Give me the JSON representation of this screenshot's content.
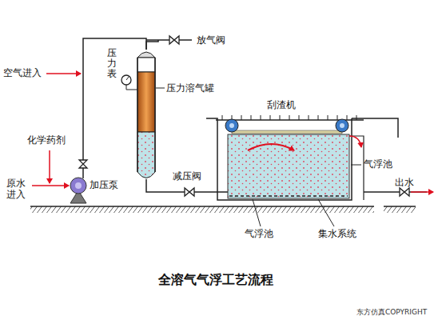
{
  "diagram": {
    "title": "全溶气气浮工艺流程",
    "labels": [
      "放气阀",
      "空气进入",
      "压力表",
      "压力溶气罐",
      "刮渣机",
      "化学药剂",
      "原水进入",
      "加压泵",
      "减压阀",
      "气浮池",
      "出水",
      "气浮池",
      "集水系统",
      "东方仿真COPYRIGHT"
    ]
  }
}
